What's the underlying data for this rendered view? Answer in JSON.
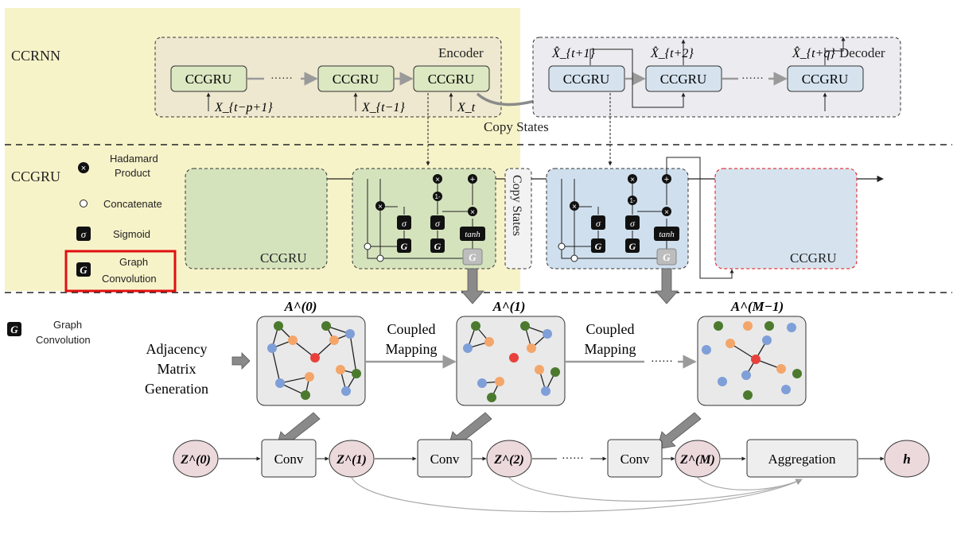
{
  "rows": {
    "ccrnn": "CCRNN",
    "ccgru": "CCGRU"
  },
  "encoder": {
    "title": "Encoder",
    "cell": "CCGRU",
    "dots": "······",
    "inputs": [
      "X_{t−p+1}",
      "X_{t−1}",
      "X_t"
    ]
  },
  "decoder": {
    "title": "Decoder",
    "cell": "CCGRU",
    "dots": "······",
    "outputs": [
      "X̂_{t+1}",
      "X̂_{t+2}",
      "X̂_{t+q}"
    ]
  },
  "copy_states": "Copy States",
  "copy_states_vertical": "Copy States",
  "legend": {
    "items": [
      {
        "symbol": "⊗",
        "label": "Hadamard Product"
      },
      {
        "symbol": "○",
        "label": "Concatenate"
      },
      {
        "symbol": "σ",
        "label": "Sigmoid"
      },
      {
        "symbol": "G",
        "label": "Graph Convolution"
      }
    ],
    "bottom": {
      "symbol": "G",
      "label": "Graph Convolution"
    },
    "highlight_color": "#e01010"
  },
  "ccgru_blocks": {
    "left": "CCGRU",
    "right": "CCGRU",
    "cell_ops": {
      "sigma": "σ",
      "g": "G",
      "tanh": "tanh",
      "one_minus": "1-",
      "times": "×",
      "plus": "+"
    }
  },
  "adjacency": {
    "generation": "Adjacency Matrix Generation",
    "matrices": [
      "A^(0)",
      "A^(1)",
      "A^(M−1)"
    ],
    "mapping": "Coupled Mapping",
    "dots": "······"
  },
  "pipeline": {
    "z": [
      "Z^(0)",
      "Z^(1)",
      "Z^(2)",
      "Z^(M)"
    ],
    "conv": "Conv",
    "dots": "······",
    "aggregation": "Aggregation",
    "h": "h"
  },
  "colors": {
    "yellow_region": "#f7f3c9",
    "encoder_cell": "#dce8c2",
    "decoder_cell": "#d6e3ef",
    "node_green": "#4b7a2e",
    "node_orange": "#f4a66a",
    "node_blue": "#7f9fd8",
    "node_red": "#e8413c",
    "z_fill": "#ecd9dc"
  }
}
